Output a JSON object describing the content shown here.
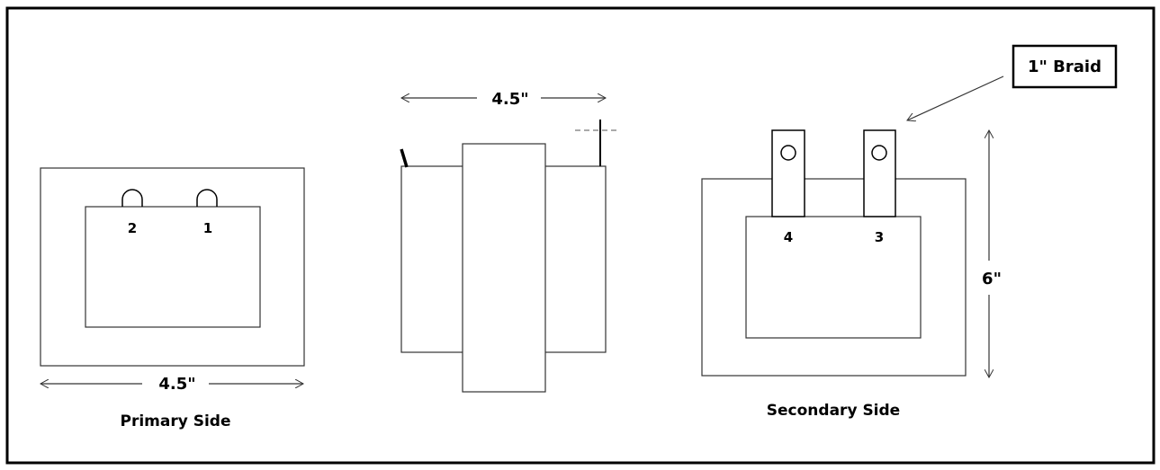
{
  "primary": {
    "label": "Primary Side",
    "dimension": "4.5\"",
    "terminals": [
      "2",
      "1"
    ]
  },
  "side_view": {
    "dimension": "4.5\""
  },
  "secondary": {
    "label": "Secondary Side",
    "height_dimension": "6\"",
    "terminals": [
      "4",
      "3"
    ]
  },
  "callout": {
    "label": "1\" Braid"
  }
}
